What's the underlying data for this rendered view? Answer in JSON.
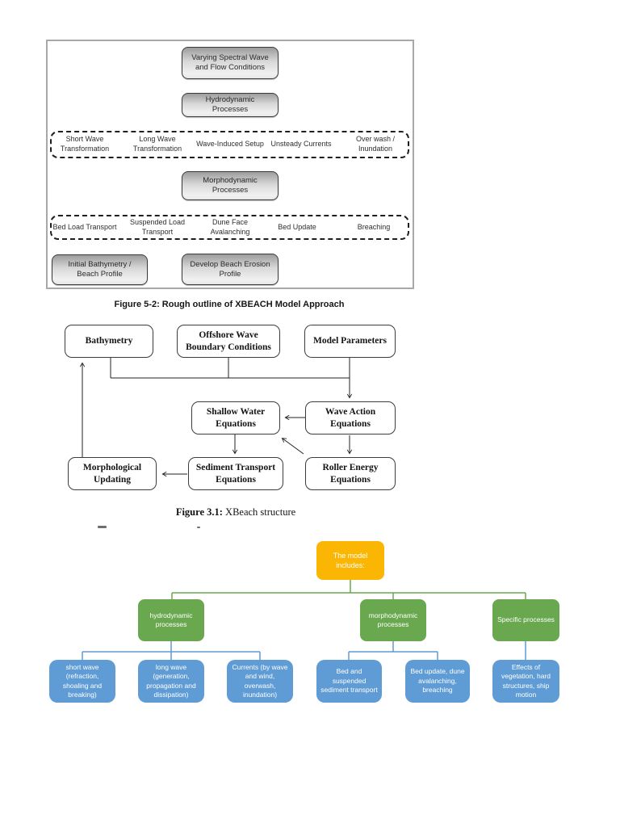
{
  "figure1": {
    "caption": "Figure 5-2: Rough outline of XBEACH Model Approach",
    "box_varying": "Varying Spectral Wave and Flow Conditions",
    "box_hydro": "Hydrodynamic Processes",
    "dashed_row1": [
      "Short Wave Transformation",
      "Long Wave Transformation",
      "Wave-Induced Setup",
      "Unsteady Currents",
      "Over wash / Inundation"
    ],
    "box_morpho": "Morphodynamic Processes",
    "dashed_row2": [
      "Bed Load Transport",
      "Suspended Load Transport",
      "Dune Face Avalanching",
      "Bed Update",
      "Breaching"
    ],
    "box_initial": "Initial Bathymetry / Beach Profile",
    "box_develop": "Develop Beach Erosion Profile"
  },
  "figure2": {
    "caption_label": "Figure 3.1:",
    "caption_text": "XBeach structure",
    "boxes": {
      "bathymetry": "Bathymetry",
      "offshore": "Offshore Wave Boundary Conditions",
      "params": "Model Parameters",
      "shallow": "Shallow Water Equations",
      "waveaction": "Wave Action Equations",
      "morphupd": "Morphological Updating",
      "sediment": "Sediment Transport Equations",
      "roller": "Roller Energy Equations"
    }
  },
  "figure3": {
    "root": "The model includes:",
    "level2": [
      "hydrodynamic processes",
      "morphodynamic processes",
      "Specific processes"
    ],
    "level3": [
      "short wave (refraction, shoaling and breaking)",
      "long wave (generation, propagation and dissipation)",
      "Currents (by wave and wind, overwash, inundation)",
      "Bed and suspended sediment transport",
      "Bed update, dune avalanching, breaching",
      "Effects of vegetation, hard structures, ship motion"
    ],
    "colors": {
      "root": "#FBB604",
      "branch": "#6AA84F",
      "leaf": "#5F9BD4",
      "green_line": "#6AA84F",
      "blue_line": "#5F9BD4"
    }
  }
}
